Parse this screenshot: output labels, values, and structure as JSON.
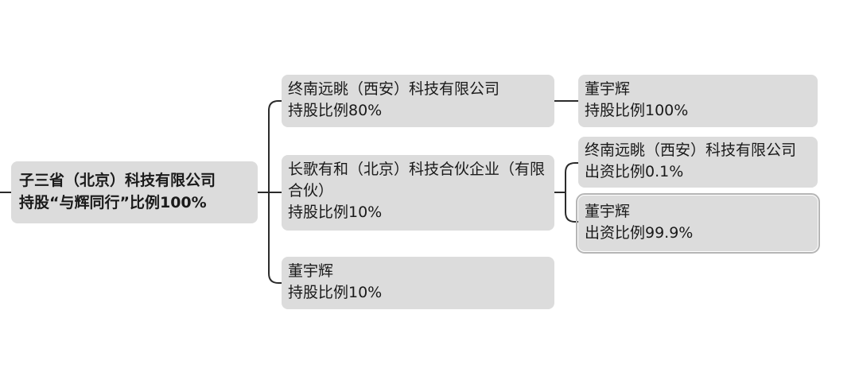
{
  "root": {
    "name": "子三省（北京）科技有限公司",
    "ratio": "持股“与辉同行”比例100%"
  },
  "level1": [
    {
      "name": "终南远眺（西安）科技有限公司",
      "ratio": "持股比例80%"
    },
    {
      "name": "长歌有和（北京）科技合伙企业（有限合伙）",
      "ratio": "持股比例10%"
    },
    {
      "name": "董宇辉",
      "ratio": "持股比例10%"
    }
  ],
  "level2": [
    {
      "name": "董宇辉",
      "ratio": "持股比例100%"
    },
    {
      "name": "终南远眺（西安）科技有限公司",
      "ratio": "出资比例0.1%"
    },
    {
      "name": "董宇辉",
      "ratio": "出资比例99.9%"
    }
  ],
  "colors": {
    "node_fill": "#dcdcdc",
    "connector": "#2b2b2b",
    "selected_outline": "#b5b5b5"
  }
}
